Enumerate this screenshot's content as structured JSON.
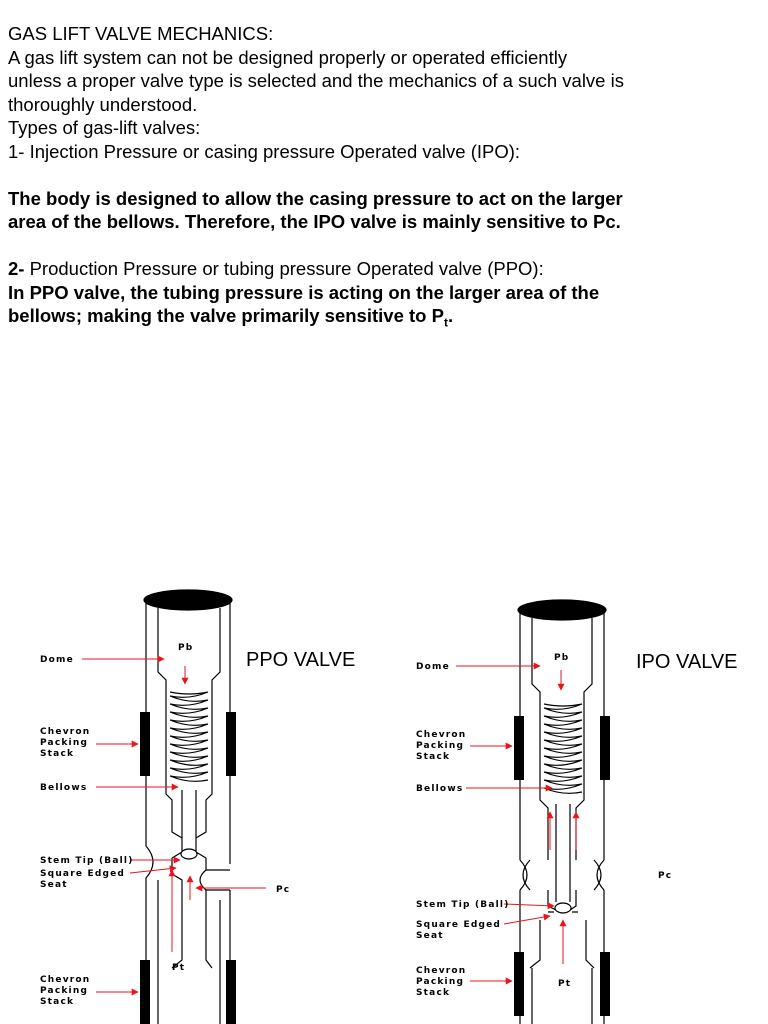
{
  "document": {
    "heading": "GAS LIFT VALVE MECHANICS:",
    "intro_line1": "A gas lift system can not be designed properly or operated efficiently",
    "intro_line2": "unless a proper valve type is selected and the mechanics of a such valve is",
    "intro_line3": "thoroughly understood.",
    "types_heading": "Types of gas-lift valves:",
    "ipo_heading": "1- Injection Pressure or casing pressure  Operated valve (IPO):",
    "ipo_desc_line1": "The body is designed to allow the casing pressure to act on the larger",
    "ipo_desc_line2": "area of the bellows.  Therefore, the IPO valve is mainly sensitive to Pc.",
    "ppo_heading_num": "2-",
    "ppo_heading_text": " Production Pressure or tubing pressure Operated valve (PPO):",
    "ppo_desc_line1": "In PPO valve, the tubing pressure is acting on the larger area of the",
    "ppo_desc_line2": "bellows; making the valve primarily sensitive to P",
    "ppo_desc_sub": "t",
    "ppo_desc_end": "."
  },
  "diagram": {
    "ppo": {
      "title": "PPO VALVE",
      "dome": "Dome",
      "chevron1": "Chevron",
      "packing1": "Packing",
      "stack1": "Stack",
      "bellows": "Bellows",
      "stem_tip": "Stem Tip (Ball)",
      "square_edged": "Square Edged",
      "seat": "Seat",
      "chevron2": "Chevron",
      "packing2": "Packing",
      "stack2": "Stack",
      "pb": "Pb",
      "pc": "Pc",
      "pt": "Pt"
    },
    "ipo": {
      "title": "IPO VALVE",
      "dome": "Dome",
      "chevron1": "Chevron",
      "packing1": "Packing",
      "stack1": "Stack",
      "bellows": "Bellows",
      "stem_tip": "Stem Tip (Ball)",
      "square_edged": "Square Edged",
      "seat": "Seat",
      "chevron2": "Chevron",
      "packing2": "Packing",
      "stack2": "Stack",
      "pb": "Pb",
      "pc": "Pc",
      "pt": "Pt"
    },
    "colors": {
      "arrow": "#e8151b",
      "line": "#000000"
    }
  }
}
